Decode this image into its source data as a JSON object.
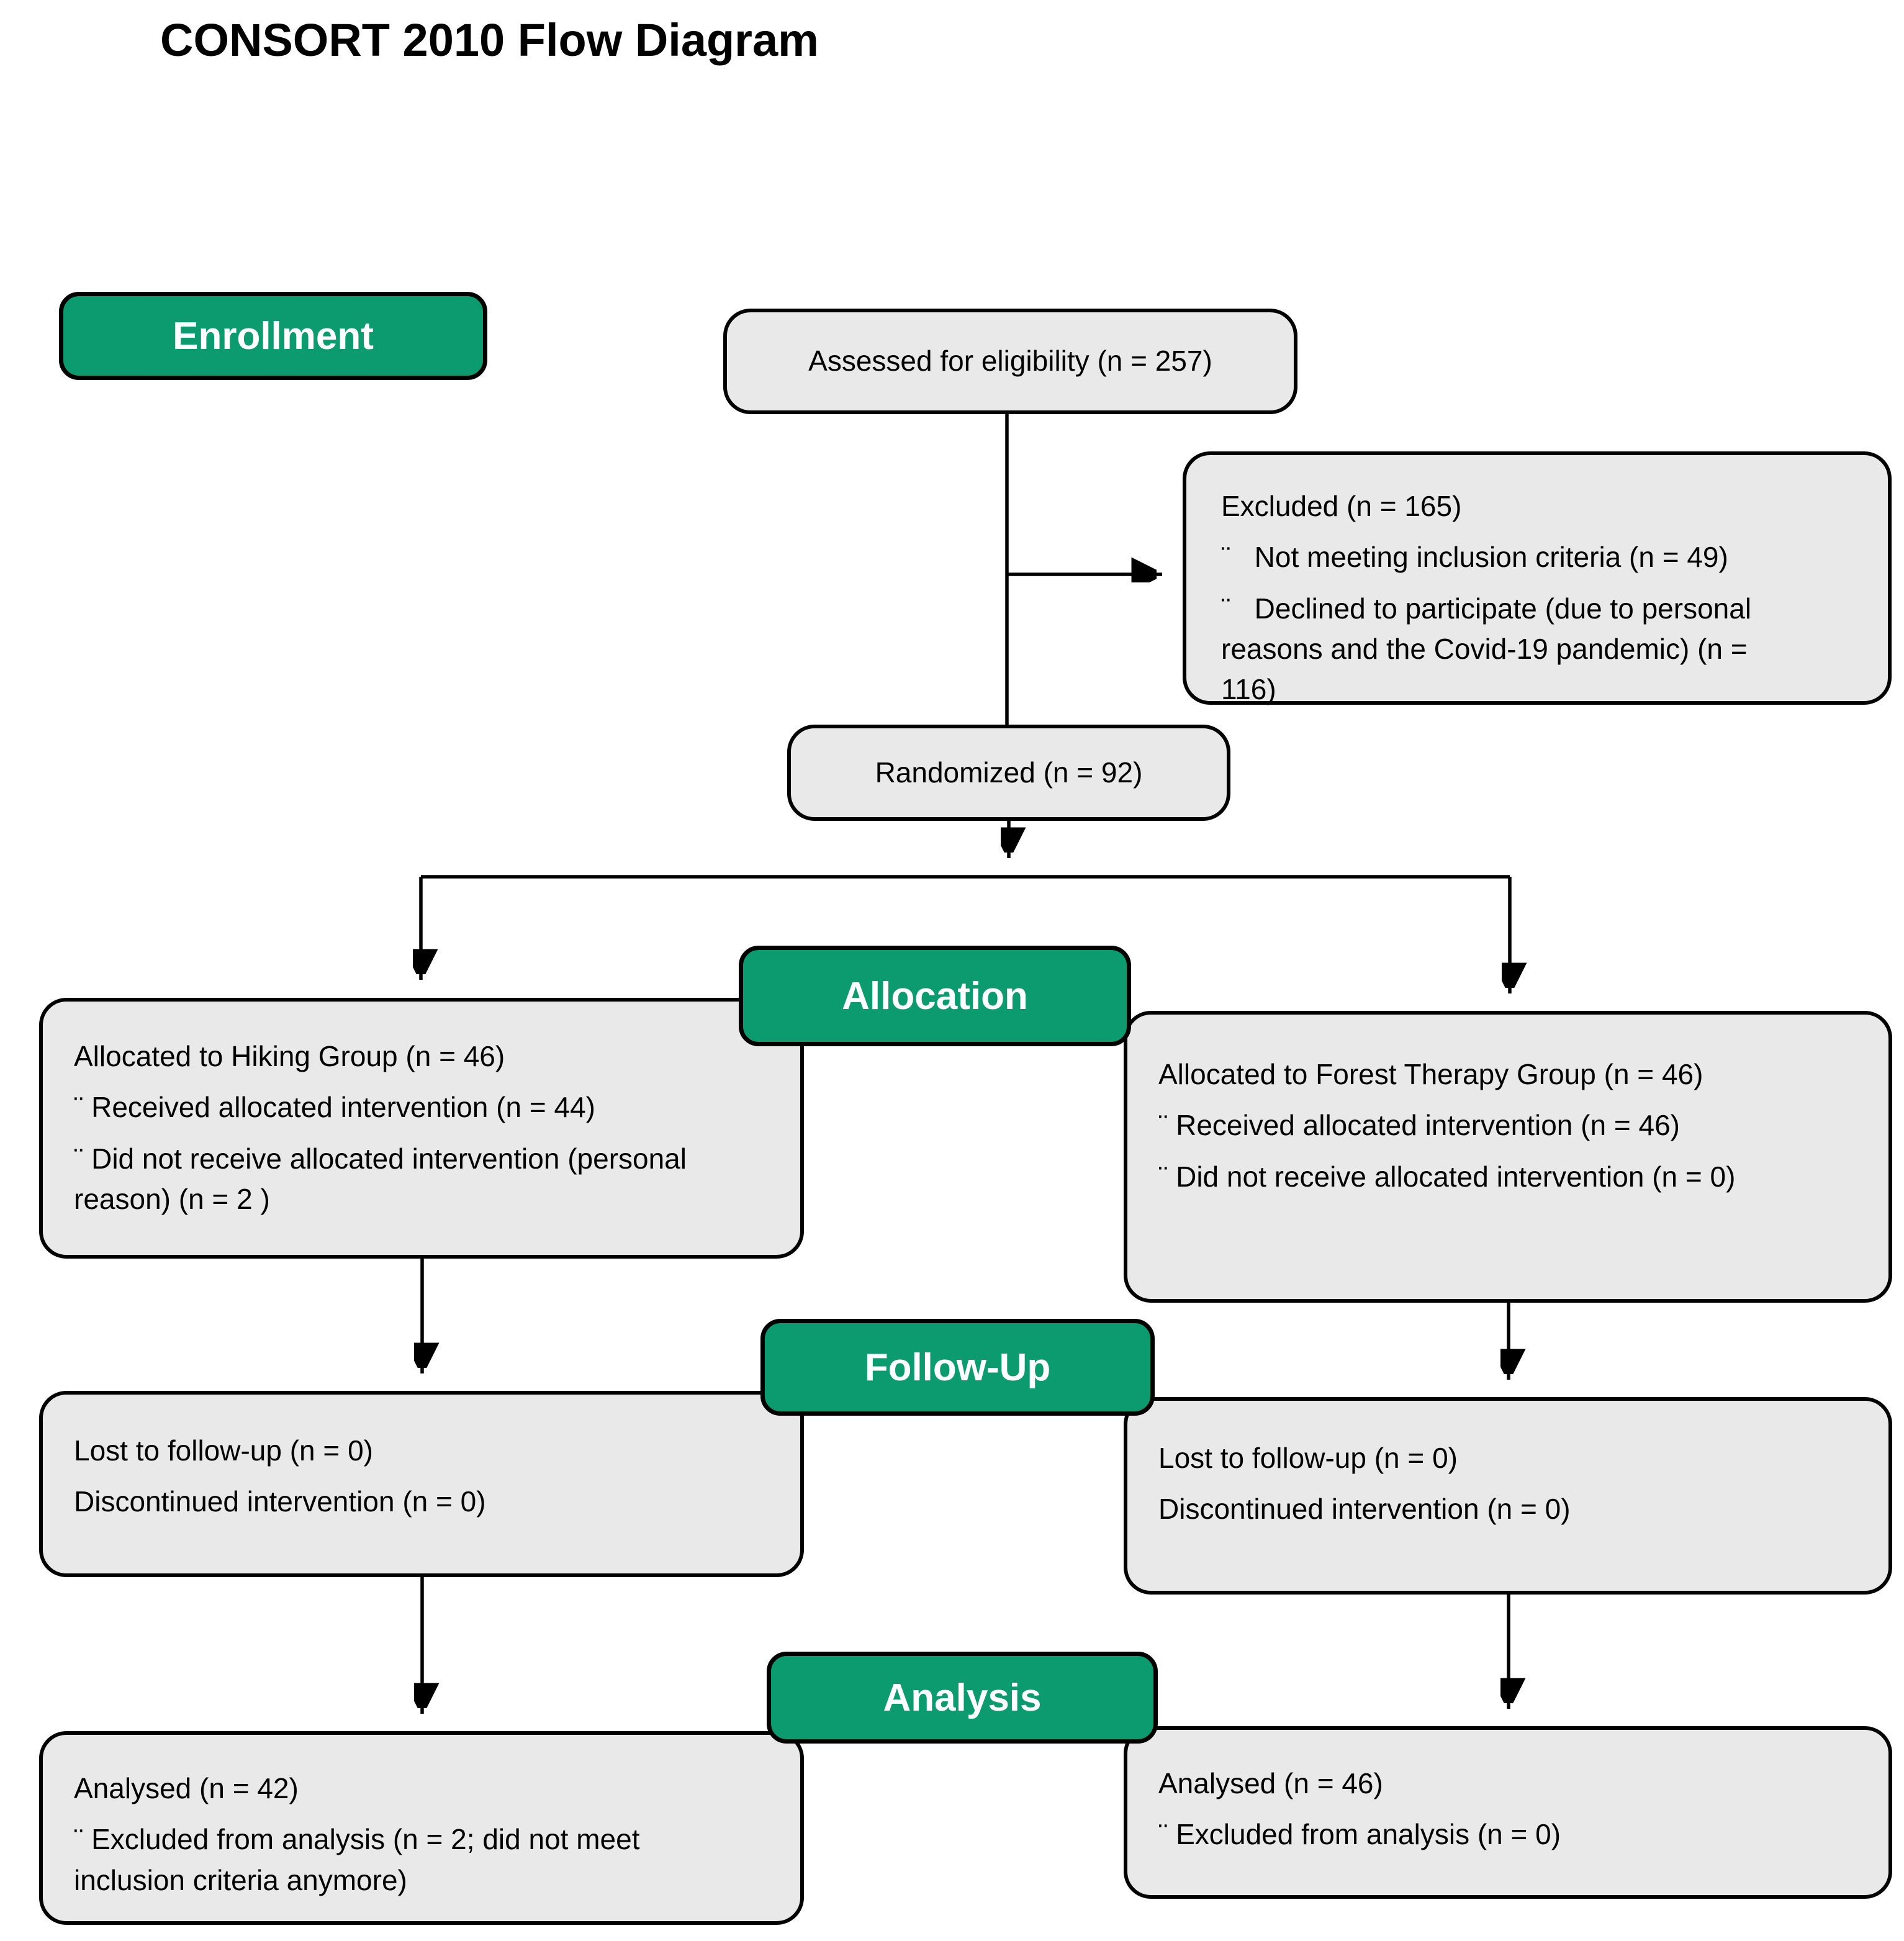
{
  "title": "CONSORT 2010 Flow Diagram",
  "colors": {
    "stage_green": "#0c9b6e",
    "box_fill": "#e9e9e9",
    "box_border": "#000000",
    "text": "#000000"
  },
  "stages": {
    "enrollment": "Enrollment",
    "allocation": "Allocation",
    "follow_up": "Follow-Up",
    "analysis": "Analysis"
  },
  "boxes": {
    "assessed": {
      "text": "Assessed for eligibility (n = 257)"
    },
    "excluded": {
      "lines": [
        "Excluded (n = 165)",
        "¨   Not meeting inclusion criteria (n = 49)",
        "¨   Declined to participate (due to personal reasons and the Covid-19 pandemic) (n = 116)"
      ]
    },
    "randomized": {
      "text": "Randomized (n = 92)"
    },
    "allocation_hiking": {
      "lines": [
        "Allocated to Hiking Group (n = 46)",
        "¨ Received allocated intervention (n = 44)",
        "¨ Did not receive allocated intervention (personal reason) (n = 2 )"
      ]
    },
    "allocation_forest": {
      "lines": [
        "Allocated to Forest Therapy Group (n = 46)",
        "¨ Received allocated intervention (n = 46)",
        "¨ Did not receive allocated intervention (n = 0)"
      ]
    },
    "followup_hiking": {
      "lines": [
        "Lost to follow-up (n = 0)",
        "Discontinued intervention (n = 0)"
      ]
    },
    "followup_forest": {
      "lines": [
        "Lost to follow-up (n = 0)",
        "Discontinued intervention (n = 0)"
      ]
    },
    "analysis_hiking": {
      "lines": [
        "Analysed (n = 42)",
        "¨ Excluded from analysis (n = 2; did not meet inclusion criteria anymore)"
      ]
    },
    "analysis_forest": {
      "lines": [
        "Analysed (n = 46)",
        "¨ Excluded from analysis (n = 0)"
      ]
    }
  }
}
